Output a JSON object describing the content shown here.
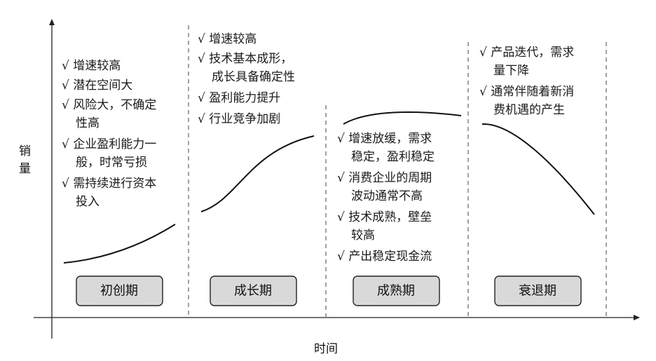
{
  "axes": {
    "y_label": [
      "销",
      "量"
    ],
    "x_label": "时间"
  },
  "stages": [
    {
      "name": "初创期",
      "bullets": [
        "√ 增速较高",
        "√ 潜在空间大",
        "√ 风险大，不确定",
        "性高",
        "√ 企业盈利能力一",
        "般，时常亏损",
        "√ 需持续进行资本",
        "投入"
      ]
    },
    {
      "name": "成长期",
      "bullets": [
        "√ 增速较高",
        "√ 技术基本成形，",
        "成长具备确定性",
        "√ 盈利能力提升",
        "√ 行业竞争加剧"
      ]
    },
    {
      "name": "成熟期",
      "bullets": [
        "√ 增速放缓，需求",
        "稳定，盈利稳定",
        "√ 消费企业的周期",
        "波动通常不高",
        "√ 技术成熟，壁垒",
        "较高",
        "√ 产出稳定现金流"
      ]
    },
    {
      "name": "衰退期",
      "bullets": [
        "√ 产品迭代，需求",
        "量下降",
        "√ 通常伴随着新消",
        "费机遇的产生"
      ]
    }
  ]
}
